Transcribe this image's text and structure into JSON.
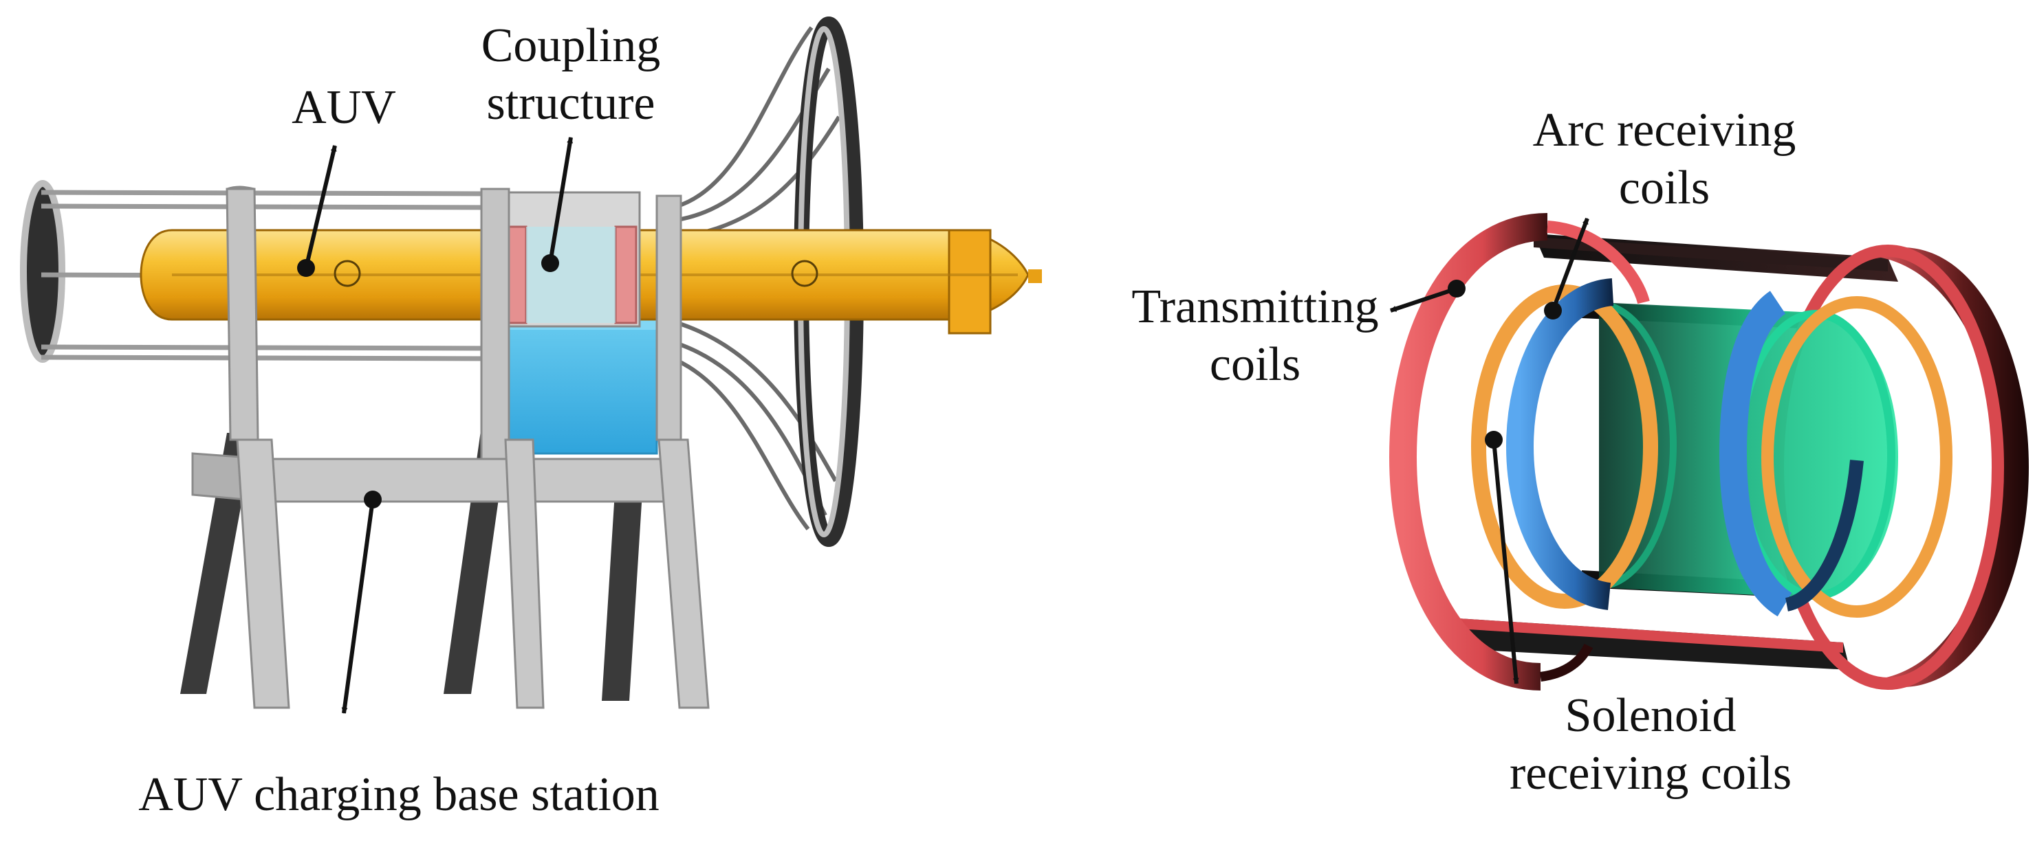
{
  "labels": {
    "auv": "AUV",
    "coupling_line1": "Coupling",
    "coupling_line2": "structure",
    "base_station": "AUV charging base station",
    "arc_line1": "Arc receiving",
    "arc_line2": "coils",
    "transmitting_line1": "Transmitting",
    "transmitting_line2": "coils",
    "solenoid_line1": "Solenoid",
    "solenoid_line2": "receiving coils"
  },
  "colors": {
    "auv_hull": "#f2b21a",
    "frame_gray": "#c4c4c4",
    "frame_dark": "#3a3a3a",
    "coupling_pink": "#e59090",
    "water_box": "#3fb3e6",
    "transmitting_coil": "#e8585e",
    "arc_coil": "#3a86d8",
    "solenoid_coil": "#f0a040",
    "inner_green": "#22d49a"
  },
  "icons": [
    "arrow-icon"
  ]
}
